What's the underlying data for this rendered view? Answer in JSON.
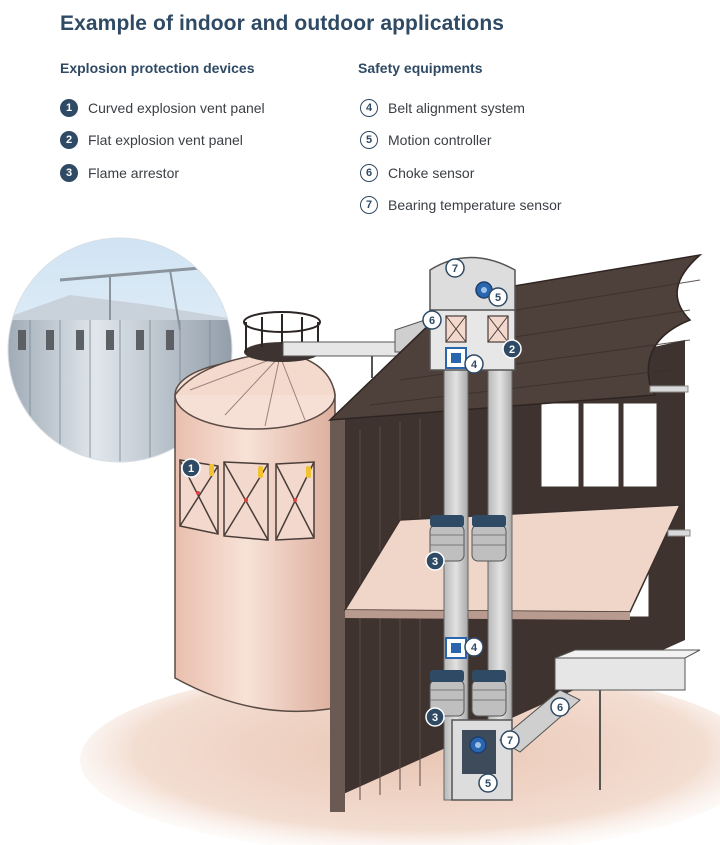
{
  "title": "Example of indoor and outdoor applications",
  "left_column": {
    "heading": "Explosion protection devices",
    "items": [
      {
        "num": "1",
        "label": "Curved explosion vent panel"
      },
      {
        "num": "2",
        "label": "Flat explosion vent panel"
      },
      {
        "num": "3",
        "label": "Flame arrestor"
      }
    ]
  },
  "right_column": {
    "heading": "Safety equipments",
    "items": [
      {
        "num": "4",
        "label": "Belt alignment system"
      },
      {
        "num": "5",
        "label": "Motion controller"
      },
      {
        "num": "6",
        "label": "Choke sensor"
      },
      {
        "num": "7",
        "label": "Bearing temperature sensor"
      }
    ]
  },
  "diagram_markers": [
    {
      "num": "1",
      "style": "filled"
    },
    {
      "num": "2",
      "style": "filled"
    },
    {
      "num": "3",
      "style": "filled"
    },
    {
      "num": "3",
      "style": "filled"
    },
    {
      "num": "4",
      "style": "outlined"
    },
    {
      "num": "4",
      "style": "outlined"
    },
    {
      "num": "5",
      "style": "outlined"
    },
    {
      "num": "5",
      "style": "outlined"
    },
    {
      "num": "6",
      "style": "outlined"
    },
    {
      "num": "6",
      "style": "outlined"
    },
    {
      "num": "7",
      "style": "outlined"
    },
    {
      "num": "7",
      "style": "outlined"
    }
  ],
  "colors": {
    "heading": "#2f4a64",
    "silo": "#f2d2c4",
    "roof": "#4e403a",
    "floor": "#f0d6c8",
    "device_blue": "#2a66b0",
    "vent_yellow": "#f2c230"
  }
}
